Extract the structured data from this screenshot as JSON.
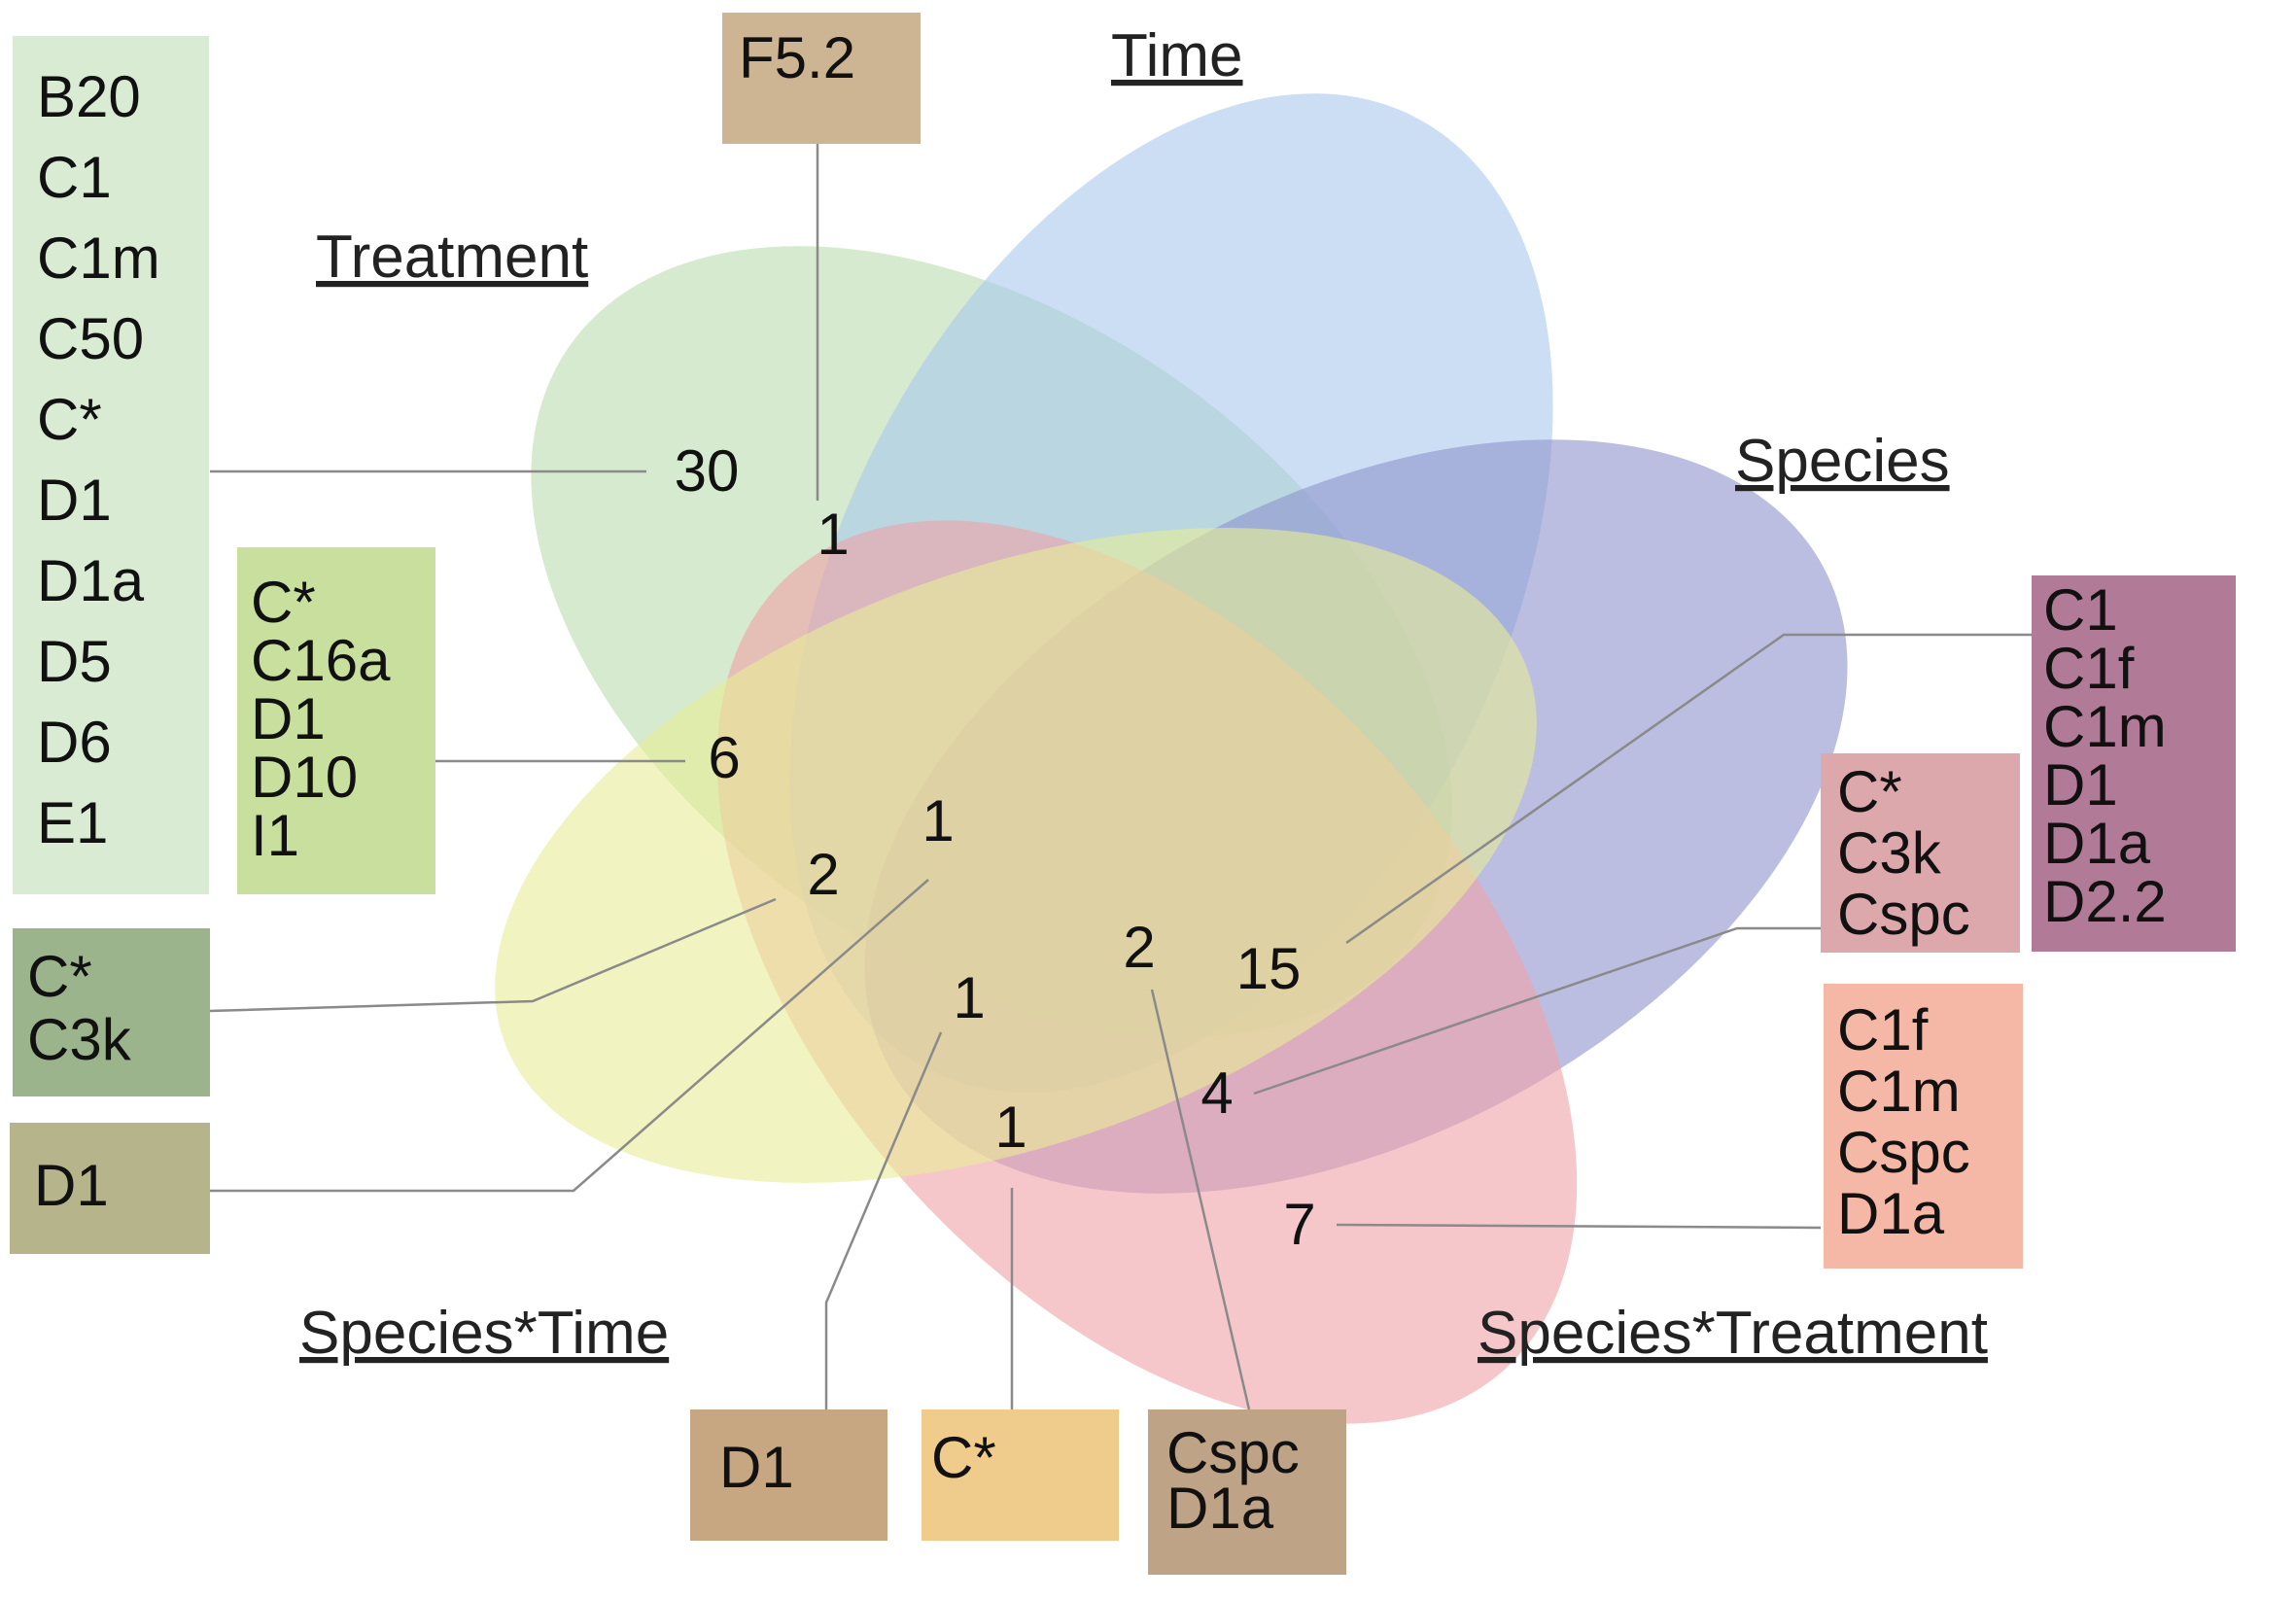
{
  "sets": [
    {
      "key": "treatment",
      "label": "Treatment",
      "color": "#b9dcae"
    },
    {
      "key": "time",
      "label": "Time",
      "color": "#a9c8ec"
    },
    {
      "key": "species",
      "label": "Species",
      "color": "#8e93cc"
    },
    {
      "key": "species_treatment",
      "label": "Species*Treatment",
      "color": "#f0a2a6"
    },
    {
      "key": "species_time",
      "label": "Species*Time",
      "color": "#e8ec96"
    }
  ],
  "counts": {
    "treatment_only": "30",
    "treatment_time_top": "1",
    "treatment_speciestime": "6",
    "center_a": "1",
    "center_b": "2",
    "center_c": "2",
    "species_speciestreatment": "15",
    "center_d": "1",
    "speciestime_speciestreatment": "1",
    "species_speciestreatment_small": "4",
    "speciestreatment_only": "7"
  },
  "boxes": {
    "treatment_list": {
      "color": "#d9ecd3",
      "items": [
        "B20",
        "C1",
        "C1m",
        "C50",
        "C*",
        "D1",
        "D1a",
        "D5",
        "D6",
        "E1"
      ]
    },
    "top_f": {
      "color": "#cdb593",
      "items": [
        "F5.2"
      ]
    },
    "green_mid": {
      "color": "#c8df9e",
      "items": [
        "C*",
        "C16a",
        "D1",
        "D10",
        "I1"
      ]
    },
    "dark_green": {
      "color": "#9cb48c",
      "items": [
        "C*",
        "C3k"
      ]
    },
    "olive": {
      "color": "#b6b48a",
      "items": [
        "D1"
      ]
    },
    "brown_d1": {
      "color": "#c7a682",
      "items": [
        "D1"
      ]
    },
    "yellow_c": {
      "color": "#efcb8c",
      "items": [
        "C*"
      ]
    },
    "brown_cspc": {
      "color": "#bea386",
      "items": [
        "Cspc",
        "D1a"
      ]
    },
    "species_purple": {
      "color": "#b17a97",
      "items": [
        "C1",
        "C1f",
        "C1m",
        "D1",
        "D1a",
        "D2.2"
      ]
    },
    "pink_small": {
      "color": "#dca8ab",
      "items": [
        "C*",
        "C3k",
        "Cspc"
      ]
    },
    "salmon": {
      "color": "#f5b8a7",
      "items": [
        "C1f",
        "C1m",
        "Cspc",
        "D1a"
      ]
    }
  }
}
